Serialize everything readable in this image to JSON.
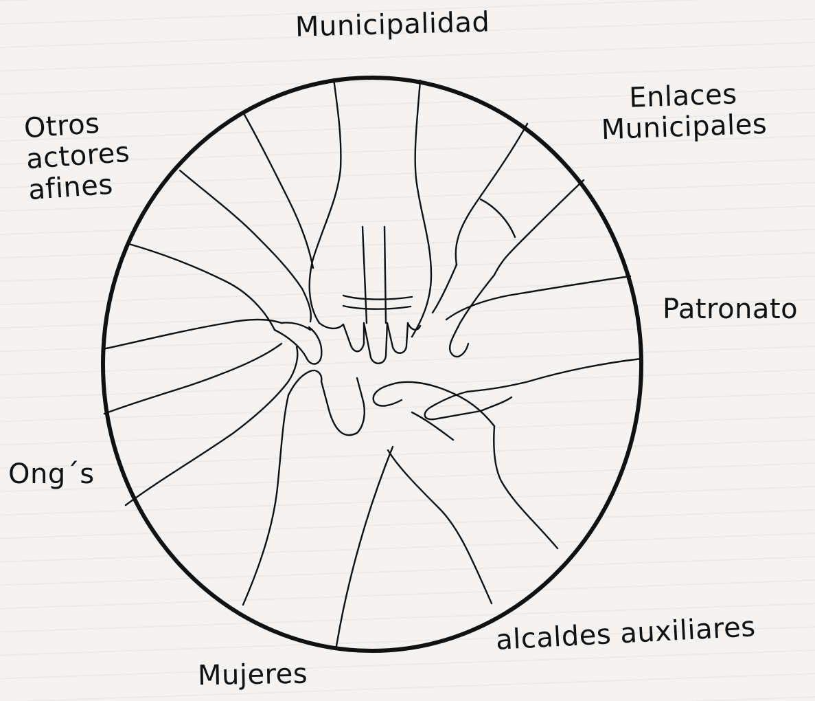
{
  "diagram": {
    "labels": {
      "top": "Municipalidad",
      "top_right": [
        "Enlaces",
        "Municipales"
      ],
      "top_left": [
        "Otros",
        "actores",
        "afines"
      ],
      "right": "Patronato",
      "left": "Ong´s",
      "bottom_right": "alcaldes auxiliares",
      "bottom": "Mujeres"
    }
  }
}
